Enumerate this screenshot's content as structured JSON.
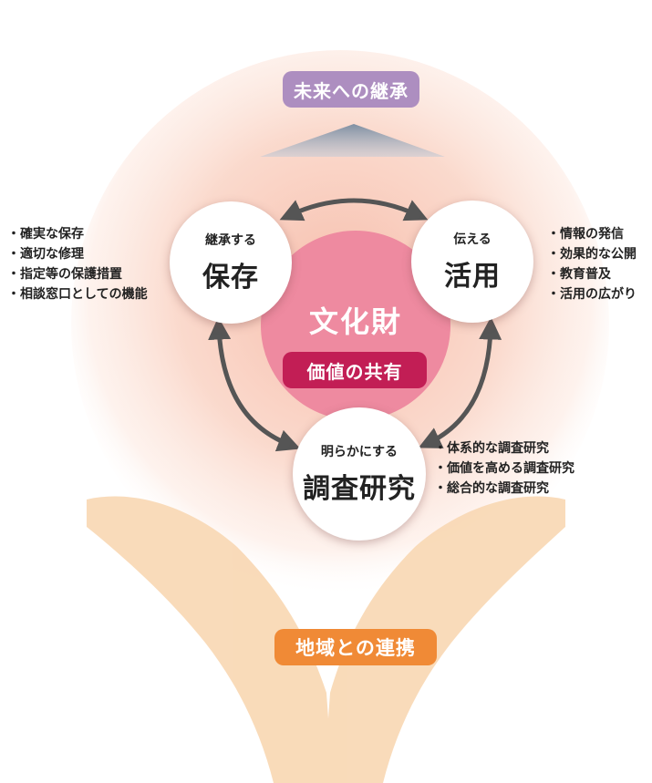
{
  "top_banner": "未来への継承",
  "bottom_banner": "地域との連携",
  "center": {
    "title": "文化財",
    "badge": "価値の共有"
  },
  "nodes": [
    {
      "id": "preserve",
      "sub": "継承する",
      "main": "保存",
      "items": [
        "確実な保存",
        "適切な修理",
        "指定等の保護措置",
        "相談窓口としての機能"
      ]
    },
    {
      "id": "utilize",
      "sub": "伝える",
      "main": "活用",
      "items": [
        "情報の発信",
        "効果的な公開",
        "教育普及",
        "活用の広がり"
      ]
    },
    {
      "id": "research",
      "sub": "明らかにする",
      "main": "調査研究",
      "items": [
        "体系的な調査研究",
        "価値を高める調査研究",
        "総合的な調査研究"
      ]
    }
  ],
  "colors": {
    "glow": "#f6b9a6",
    "core": "#ee8aa0",
    "badge": "#c21e55",
    "top_banner": "#ad8ec0",
    "bottom_banner": "#f08a36",
    "hands": "#f9d8b4",
    "arrows": "#555555",
    "peak": "#8c9aaa"
  }
}
